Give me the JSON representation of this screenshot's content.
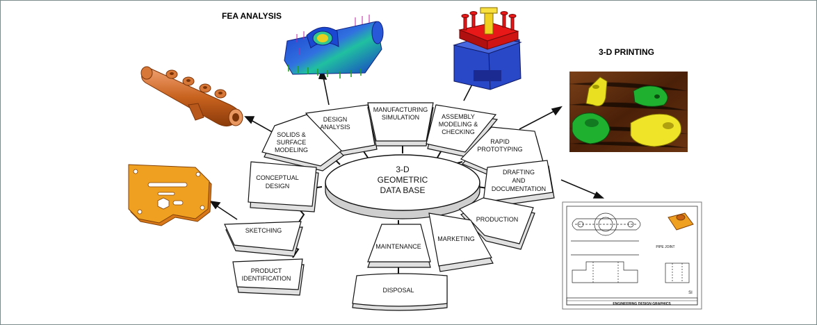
{
  "titles": {
    "fea": "FEA ANALYSIS",
    "printing": "3-D PRINTING"
  },
  "center": {
    "line1": "3-D",
    "line2": "GEOMETRIC",
    "line3": "DATA BASE"
  },
  "segments": {
    "design_analysis": [
      "DESIGN",
      "ANALYSIS"
    ],
    "manufacturing_simulation": [
      "MANUFACTURING",
      "SIMULATION"
    ],
    "assembly_modeling": [
      "ASSEMBLY",
      "MODELING &",
      "CHECKING"
    ],
    "rapid_prototyping": [
      "RAPID",
      "PROTOTYPING"
    ],
    "drafting": [
      "DRAFTING",
      "AND",
      "DOCUMENTATION"
    ],
    "production": [
      "PRODUCTION"
    ],
    "marketing": [
      "MARKETING"
    ],
    "maintenance": [
      "MAINTENANCE"
    ],
    "disposal": [
      "DISPOSAL"
    ],
    "solids_surface": [
      "SOLIDS &",
      "SURFACE",
      "MODELING"
    ],
    "conceptual_design": [
      "CONCEPTUAL",
      "DESIGN"
    ],
    "sketching": [
      "SKETCHING"
    ],
    "product_identification": [
      "PRODUCT",
      "IDENTIFICATION"
    ]
  },
  "drawing": {
    "part_name": "PIPE JOINT",
    "scale_tag": "SI",
    "footer": "ENGINEERING DESIGN GRAPHICS"
  },
  "colors": {
    "copper": "#c8621e",
    "orange": "#f0a020",
    "fea_blue": "#2050d0",
    "assembly_red": "#e01010",
    "assembly_blue": "#2040c0",
    "print_yellow": "#e8e020",
    "print_green": "#20b030",
    "wood": "#6a3410"
  }
}
